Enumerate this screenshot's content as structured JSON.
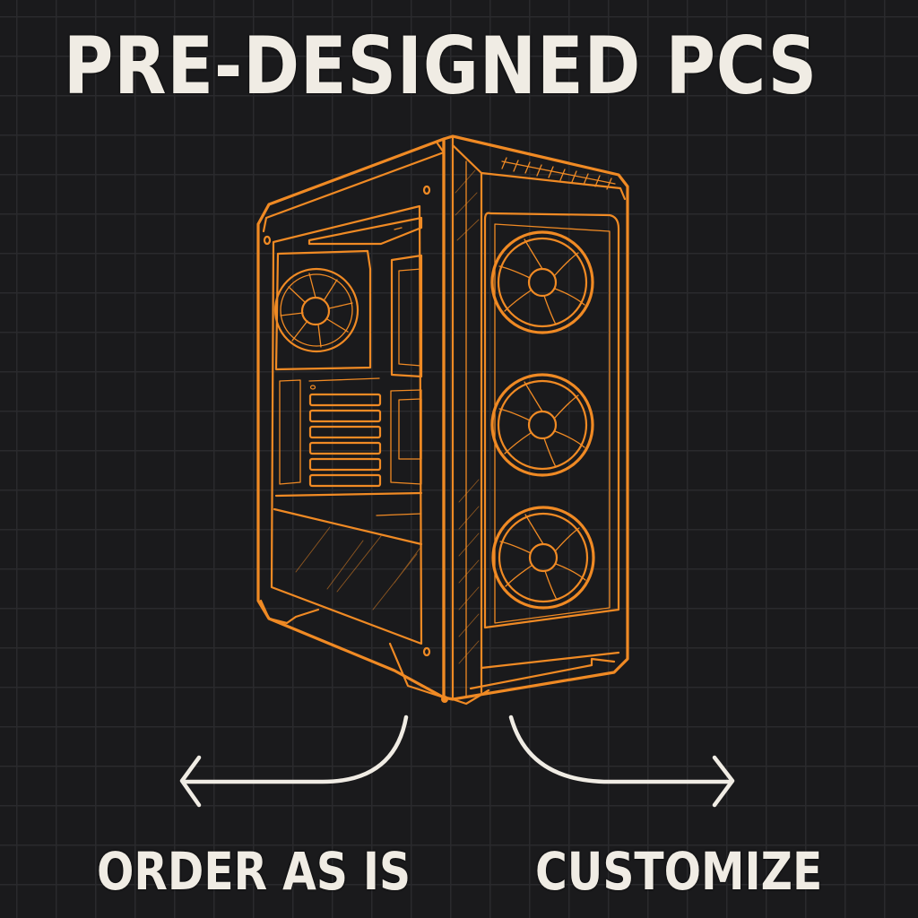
{
  "title": "PRE-DESIGNED PCS",
  "illustration": {
    "subject": "pc-tower-case",
    "style": "orange line art",
    "stroke_color": "#f08a24",
    "front_fans": 3,
    "side_fans": 1
  },
  "options": {
    "left": {
      "label": "ORDER AS IS",
      "icon": "arrow-left-icon"
    },
    "right": {
      "label": "CUSTOMIZE",
      "icon": "arrow-right-icon"
    }
  },
  "colors": {
    "background": "#1a1a1c",
    "grid": "#2a2a2d",
    "text": "#f0ece4",
    "accent": "#f08a24"
  }
}
